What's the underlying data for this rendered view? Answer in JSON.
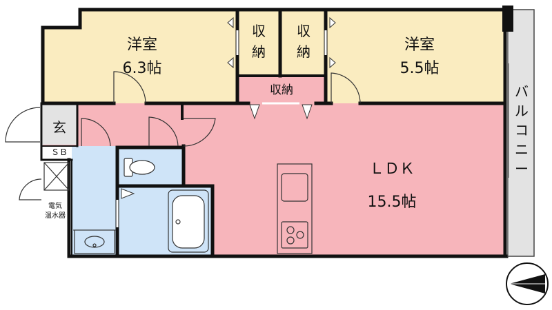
{
  "rooms": {
    "western_room_left": {
      "name": "洋室",
      "size": "6.3帖"
    },
    "western_room_right": {
      "name": "洋室",
      "size": "5.5帖"
    },
    "closet_left": {
      "line1": "収",
      "line2": "納"
    },
    "closet_right": {
      "line1": "収",
      "line2": "納"
    },
    "closet_lower": {
      "label": "収納"
    },
    "ldk": {
      "name": "ＬＤＫ",
      "size": "15.5帖"
    },
    "entrance": {
      "label": "玄"
    },
    "shoe_box": {
      "label": "ＳＢ"
    },
    "water_heater": {
      "line1": "電気",
      "line2": "温水器"
    },
    "balcony": {
      "chars": [
        "バ",
        "ル",
        "コ",
        "ニ",
        "ー"
      ]
    }
  },
  "colors": {
    "western": "#faecc0",
    "ldk": "#f7b5bb",
    "closet_lower": "#f7b5bb",
    "water": "#cfe4f8",
    "balcony": "#e3e3e3",
    "wall": "#111111"
  },
  "icons": [
    "kitchen-sink-icon",
    "stove-icon",
    "toilet-icon",
    "bathtub-icon",
    "washbasin-icon",
    "washing-machine-pan-icon",
    "compass-north-icon"
  ]
}
